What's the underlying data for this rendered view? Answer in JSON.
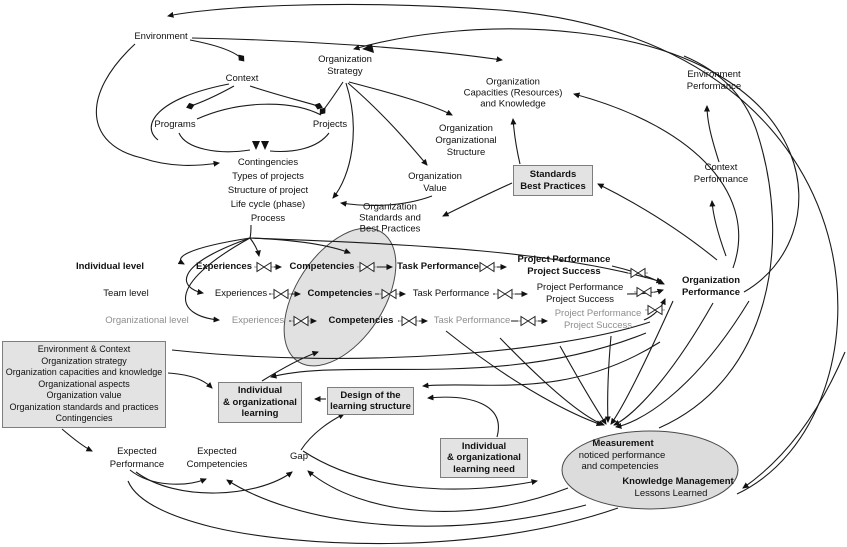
{
  "colors": {
    "box_fill": "#e3e3e3",
    "box_border": "#7e7e7e",
    "ellipse_fill": "#dcdcdc",
    "muted_text": "#8e8e8e",
    "line": "#1a1a1a"
  },
  "nodes": {
    "environment": "Environment",
    "context": "Context",
    "programs": "Programs",
    "projects": "Projects",
    "contingencies": [
      "Contingencies",
      "Types of projects",
      "Structure of project",
      "Life cycle (phase)",
      "Process"
    ],
    "org_strategy": [
      "Organization",
      "Strategy"
    ],
    "org_capacities": [
      "Organization",
      "Capacities (Resources)",
      "and Knowledge"
    ],
    "org_structure": [
      "Organization",
      "Organizational",
      "Structure"
    ],
    "org_value": [
      "Organization",
      "Value"
    ],
    "org_standards": [
      "Organization",
      "Standards and",
      "Best Practices"
    ]
  },
  "standards_box": [
    "Standards",
    "Best Practices"
  ],
  "performance": {
    "environment": [
      "Environment",
      "Performance"
    ],
    "context": [
      "Context",
      "Performance"
    ],
    "organization": [
      "Organization",
      "Performance"
    ]
  },
  "levels": {
    "rows": [
      {
        "label": "Individual level",
        "experiences": "Experiences",
        "competencies": "Competencies",
        "task": "Task Performance",
        "project": [
          "Project Performance",
          "Project Success"
        ]
      },
      {
        "label": "Team level",
        "experiences": "Experiences",
        "competencies": "Competencies",
        "task": "Task Performance",
        "project": [
          "Project Performance",
          "Project Success"
        ]
      },
      {
        "label": "Organizational level",
        "experiences": "Experiences",
        "competencies": "Competencies",
        "task": "Task Performance",
        "project": [
          "Project Performance",
          "Project Success"
        ]
      }
    ]
  },
  "left_box": [
    "Environment & Context",
    "Organization strategy",
    "Organization capacities and knowledge",
    "Organizational aspects",
    "Organization value",
    "Organization standards and practices",
    "Contingencies"
  ],
  "learning": {
    "learning_box": [
      "Individual",
      "& organizational",
      "learning"
    ],
    "design_box": [
      "Design of the",
      "learning structure"
    ],
    "need_box": [
      "Individual",
      "& organizational",
      "learning need"
    ],
    "expected_performance": [
      "Expected",
      "Performance"
    ],
    "expected_competencies": [
      "Expected",
      "Competencies"
    ],
    "gap": "Gap"
  },
  "measurement": {
    "title": "Measurement",
    "line1": "noticed performance",
    "line2": "and competencies",
    "km_title": "Knowledge Management",
    "km_line": "Lessons Learned"
  }
}
